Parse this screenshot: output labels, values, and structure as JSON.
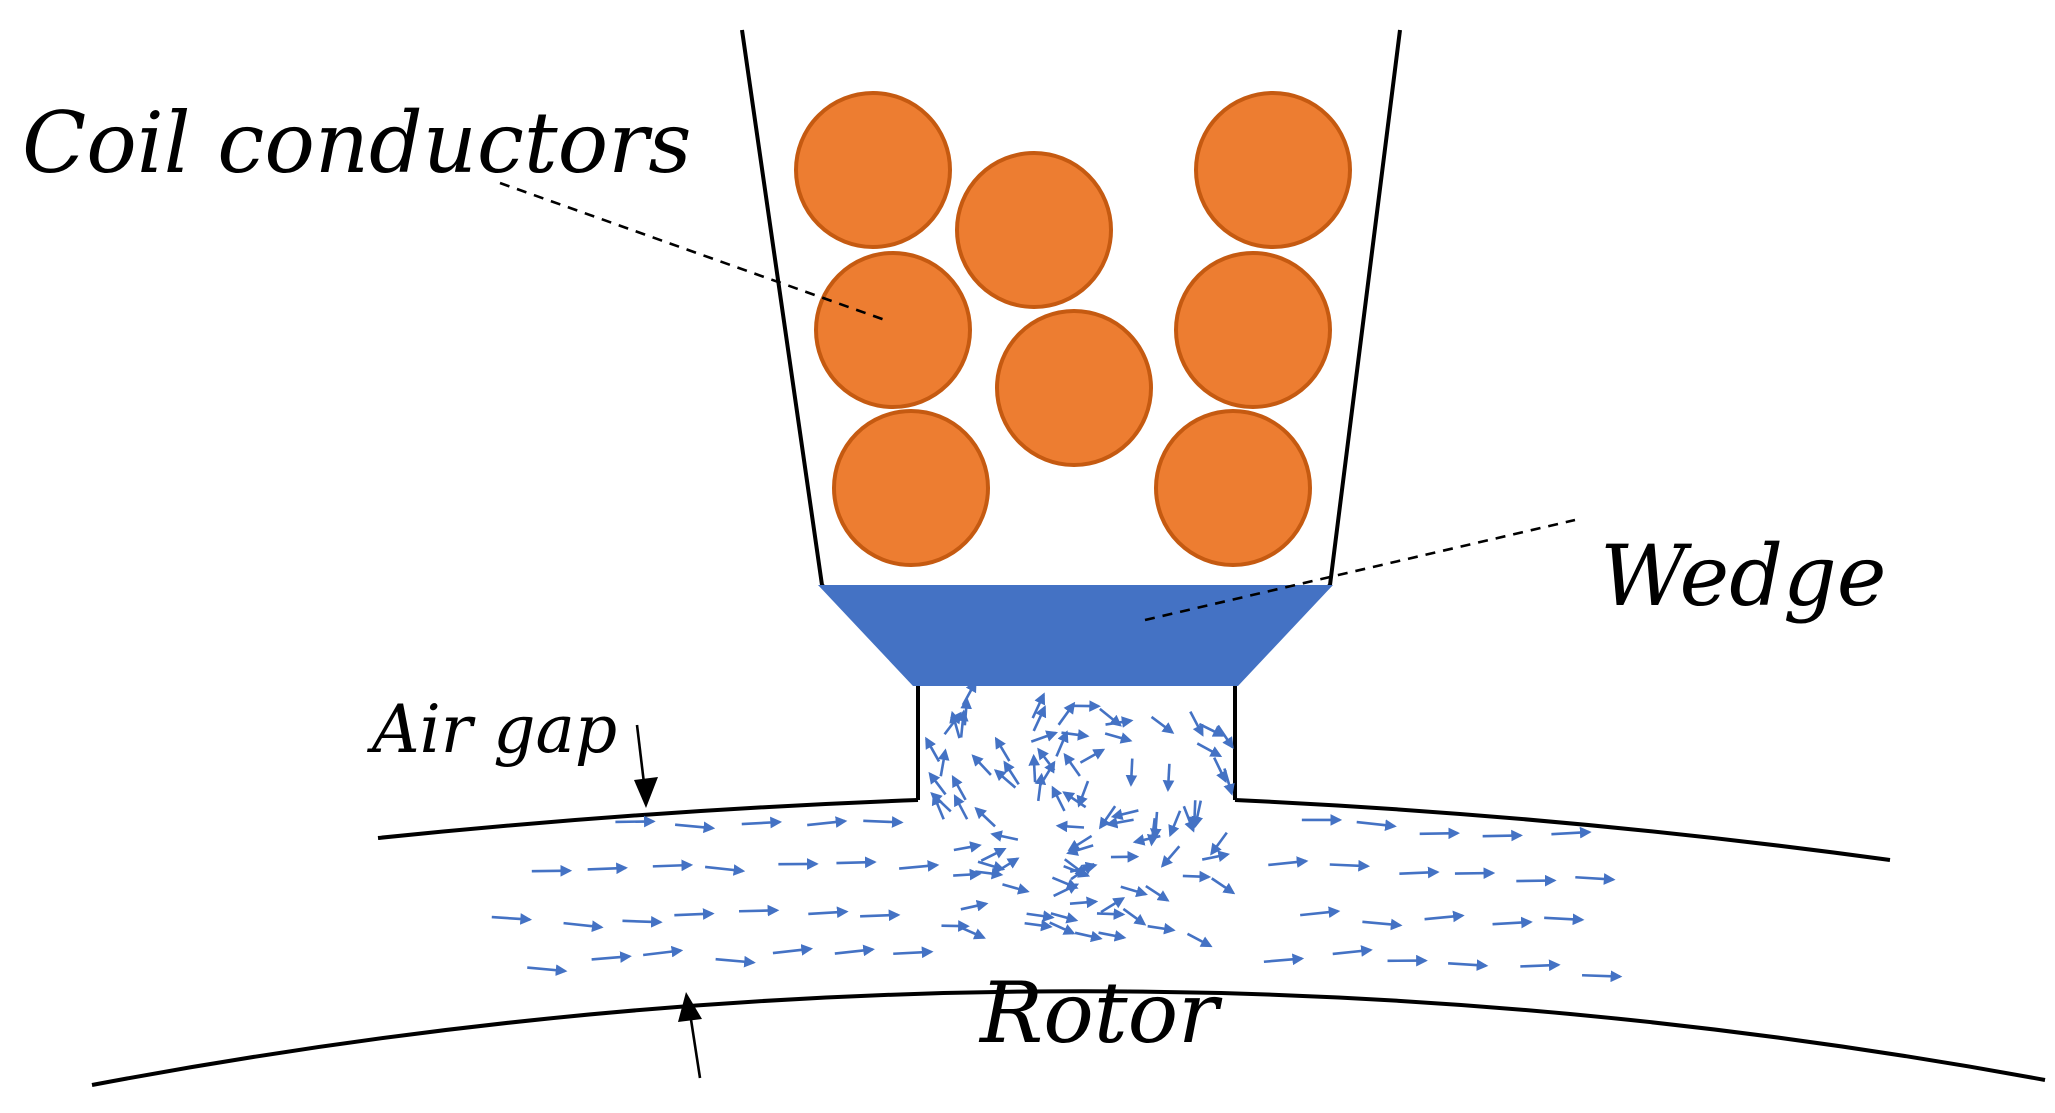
{
  "labels": {
    "coil_conductors": "Coil conductors",
    "wedge": "Wedge",
    "air_gap": "Air gap",
    "rotor": "Rotor"
  },
  "colors": {
    "conductor_fill": "#ED7D31",
    "conductor_stroke": "#C55A11",
    "wedge": "#4472C4",
    "flow_arrow": "#4472C4",
    "outline": "#000000"
  }
}
